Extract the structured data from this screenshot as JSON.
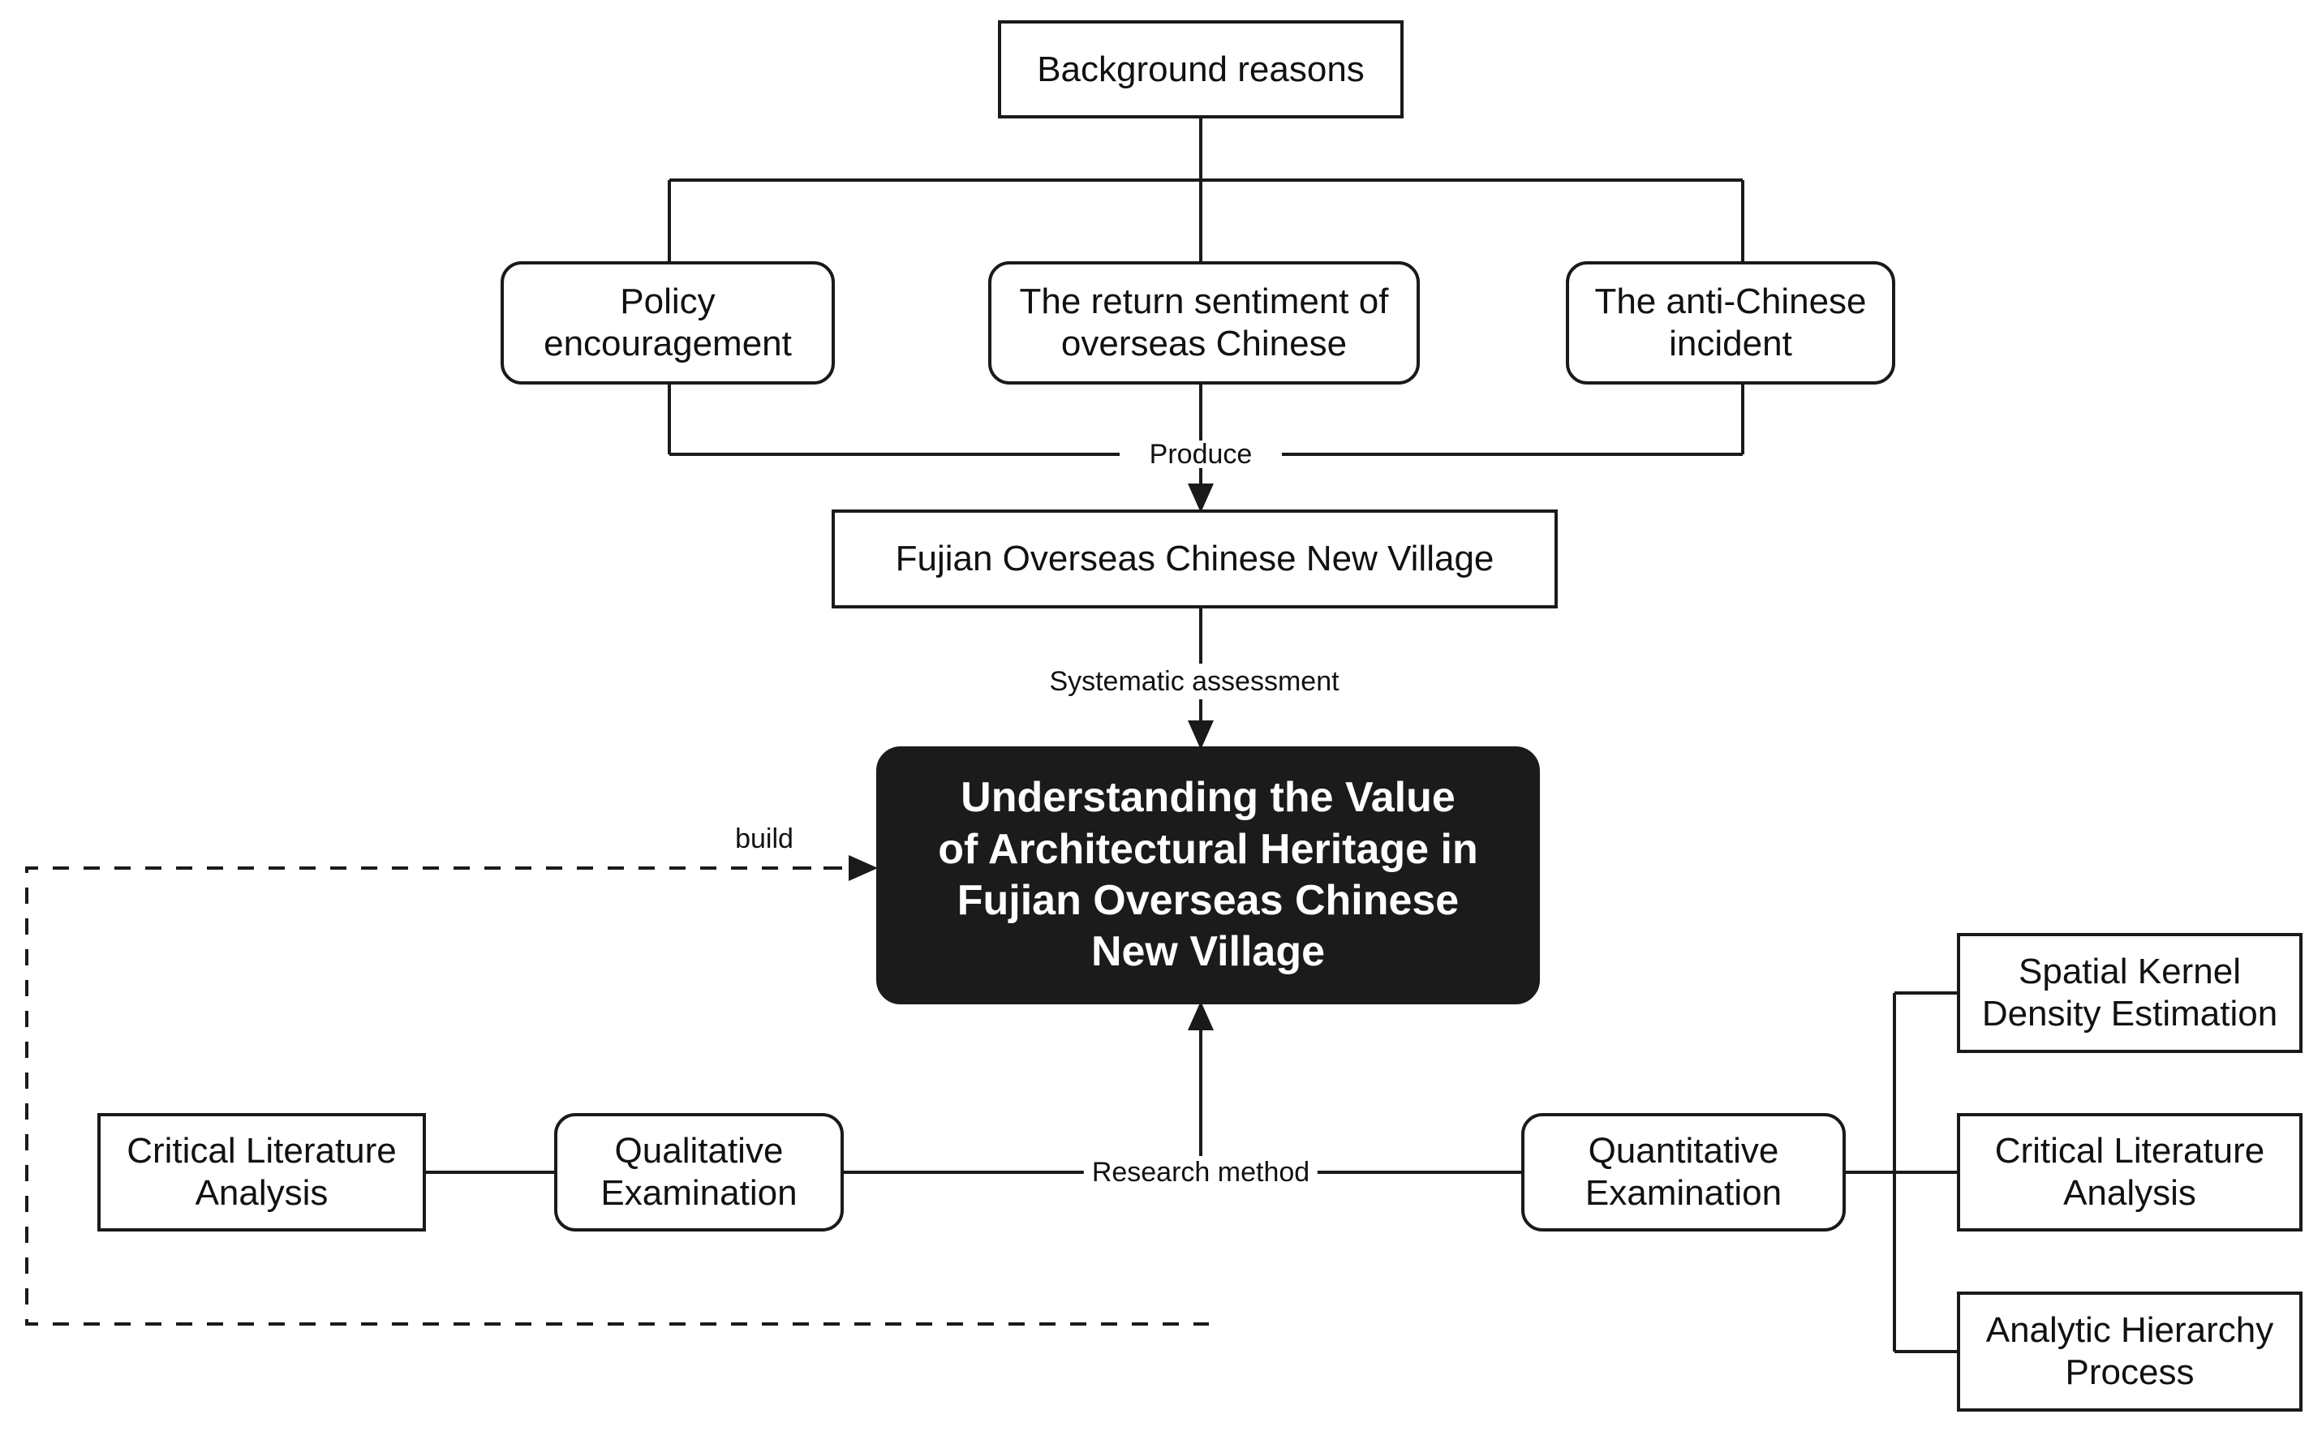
{
  "diagram": {
    "title": "Research framework flowchart",
    "colors": {
      "stroke": "#1a1a1a",
      "background": "#ffffff",
      "highlight_fill": "#1b1b1b",
      "highlight_text": "#ffffff"
    },
    "nodes": {
      "background_reasons": "Background reasons",
      "policy_encouragement": "Policy\nencouragement",
      "return_sentiment": "The return sentiment of\noverseas Chinese",
      "anti_chinese_incident": "The anti-Chinese\nincident",
      "fujian_village": "Fujian Overseas Chinese New Village",
      "core_topic": "Understanding the Value\nof Architectural Heritage in\nFujian Overseas Chinese\nNew Village",
      "critical_literature_left": "Critical Literature\nAnalysis",
      "qualitative_examination": "Qualitative\nExamination",
      "quantitative_examination": "Quantitative\nExamination",
      "spatial_kernel": "Spatial Kernel\nDensity Estimation",
      "critical_literature_right": "Critical Literature\nAnalysis",
      "analytic_hierarchy": "Analytic Hierarchy\nProcess"
    },
    "edge_labels": {
      "produce": "Produce",
      "systematic_assessment": "Systematic assessment",
      "build": "build",
      "research_method": "Research method"
    }
  }
}
